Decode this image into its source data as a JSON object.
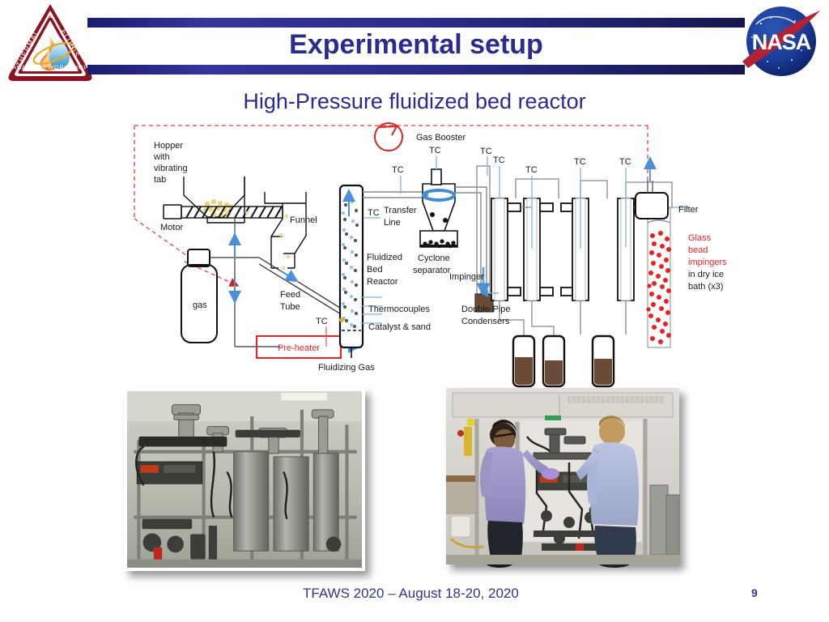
{
  "header": {
    "title": "Experimental setup",
    "left_logo": {
      "name": "tfaws-logo",
      "line1": "THERMAL",
      "amp": "&",
      "line2": "FLUIDS",
      "line3": "ANALYSIS WORKSHOP"
    },
    "right_logo": {
      "name": "nasa-logo",
      "wordmark": "NASA"
    },
    "bar_color": "#2a2a86"
  },
  "diagram": {
    "title": "High-Pressure fluidized bed reactor",
    "title_color": "#2b2b8f",
    "labels": {
      "hopper": "Hopper\nwith\nvibrating\ntab",
      "hopper_l1": "Hopper",
      "hopper_l2": "with",
      "hopper_l3": "vibrating",
      "hopper_l4": "tab",
      "motor": "Motor",
      "funnel": "Funnel",
      "gas_cylinder": "gas",
      "feed_tube_l1": "Feed",
      "feed_tube_l2": "Tube",
      "preheater": "Pre-heater",
      "fluidizing_gas": "Fluidizing Gas",
      "fluidized_bed_l1": "Fluidized",
      "fluidized_bed_l2": "Bed",
      "fluidized_bed_l3": "Reactor",
      "thermocouples": "Thermocouples",
      "catalyst_sand": "Catalyst & sand",
      "transfer_line_l1": "Transfer",
      "transfer_line_l2": "Line",
      "cyclone_l1": "Cyclone",
      "cyclone_l2": "separator",
      "gas_booster": "Gas Booster",
      "impinger": "Impinger",
      "double_pipe_l1": "Double-Pipe",
      "double_pipe_l2": "Condensers",
      "glass_bead_l1": "Glass",
      "glass_bead_l2": "bead",
      "glass_bead_l3": "impingers",
      "glass_bead_l4": "in dry ice",
      "glass_bead_l5": "bath (x3)",
      "filter": "Filter",
      "tc": "TC"
    },
    "colors": {
      "preheater_red": "#ee2222",
      "glass_bead_red": "#ee2222",
      "dashed_line_red": "#e04040",
      "arrow_blue": "#4a90d9",
      "cyclone_arrow_blue": "#3d8fd1",
      "catalyst_dark": "#555555",
      "tc_line_blue": "#7fb3dd"
    }
  },
  "photos": {
    "left": {
      "name": "photo-reactor-rig",
      "alt": "High-pressure fluidized bed reactor rig in laboratory"
    },
    "right": {
      "name": "photo-researchers",
      "alt": "Two researchers operating the reactor in a fume hood"
    }
  },
  "footer": {
    "text": "TFAWS 2020 – August 18-20, 2020",
    "slide_number": "9",
    "color": "#33338f"
  }
}
